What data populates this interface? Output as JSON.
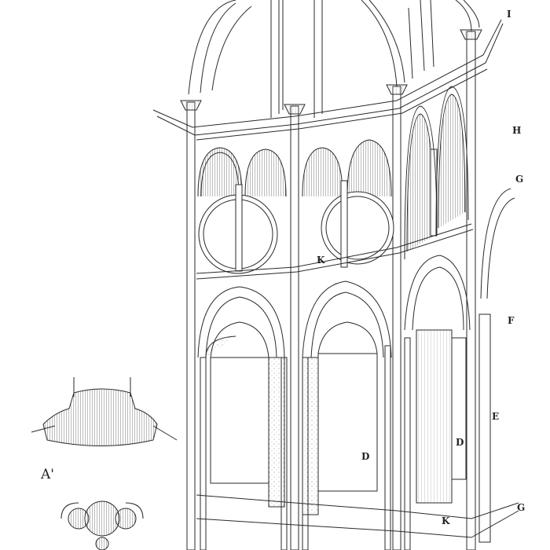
{
  "labels": {
    "I": "I",
    "H": "H",
    "G_upper": "G",
    "K_upper": "K",
    "F": "F",
    "E": "E",
    "D_left": "D",
    "D_right": "D",
    "G_lower": "G",
    "K_lower": "K",
    "A_prime": "A'"
  },
  "colors": {
    "ink": "#2a2a2a",
    "paper": "#ffffff",
    "shade": "#8a8a8a"
  }
}
